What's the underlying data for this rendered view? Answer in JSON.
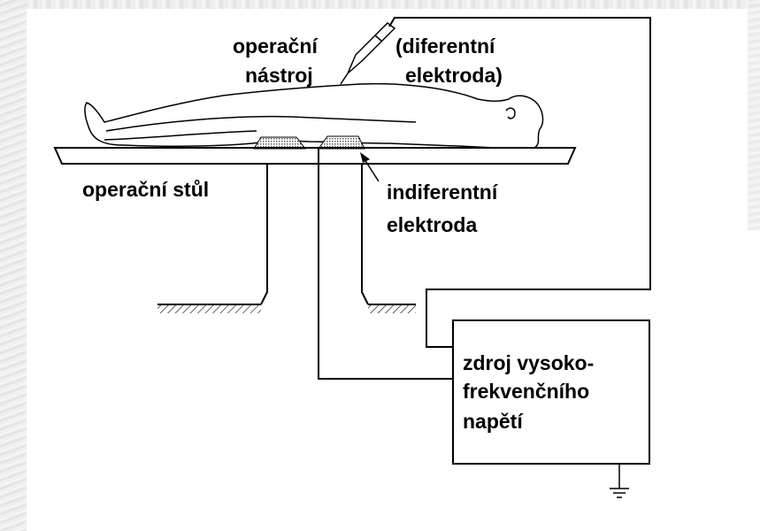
{
  "labels": {
    "instrument_line1": "operační",
    "instrument_line2": "nástroj",
    "diff_electrode_line1": "(diferentní",
    "diff_electrode_line2": "elektroda)",
    "table": "operační stůl",
    "indiff_electrode_line1": "indiferentní",
    "indiff_electrode_line2": "elektroda",
    "source_line1": "zdroj vysoko-",
    "source_line2": "frekvenčního",
    "source_line3": "napětí"
  },
  "colors": {
    "ink": "#000000",
    "background": "#ffffff",
    "electrode_fill": "#bfbfbf"
  }
}
